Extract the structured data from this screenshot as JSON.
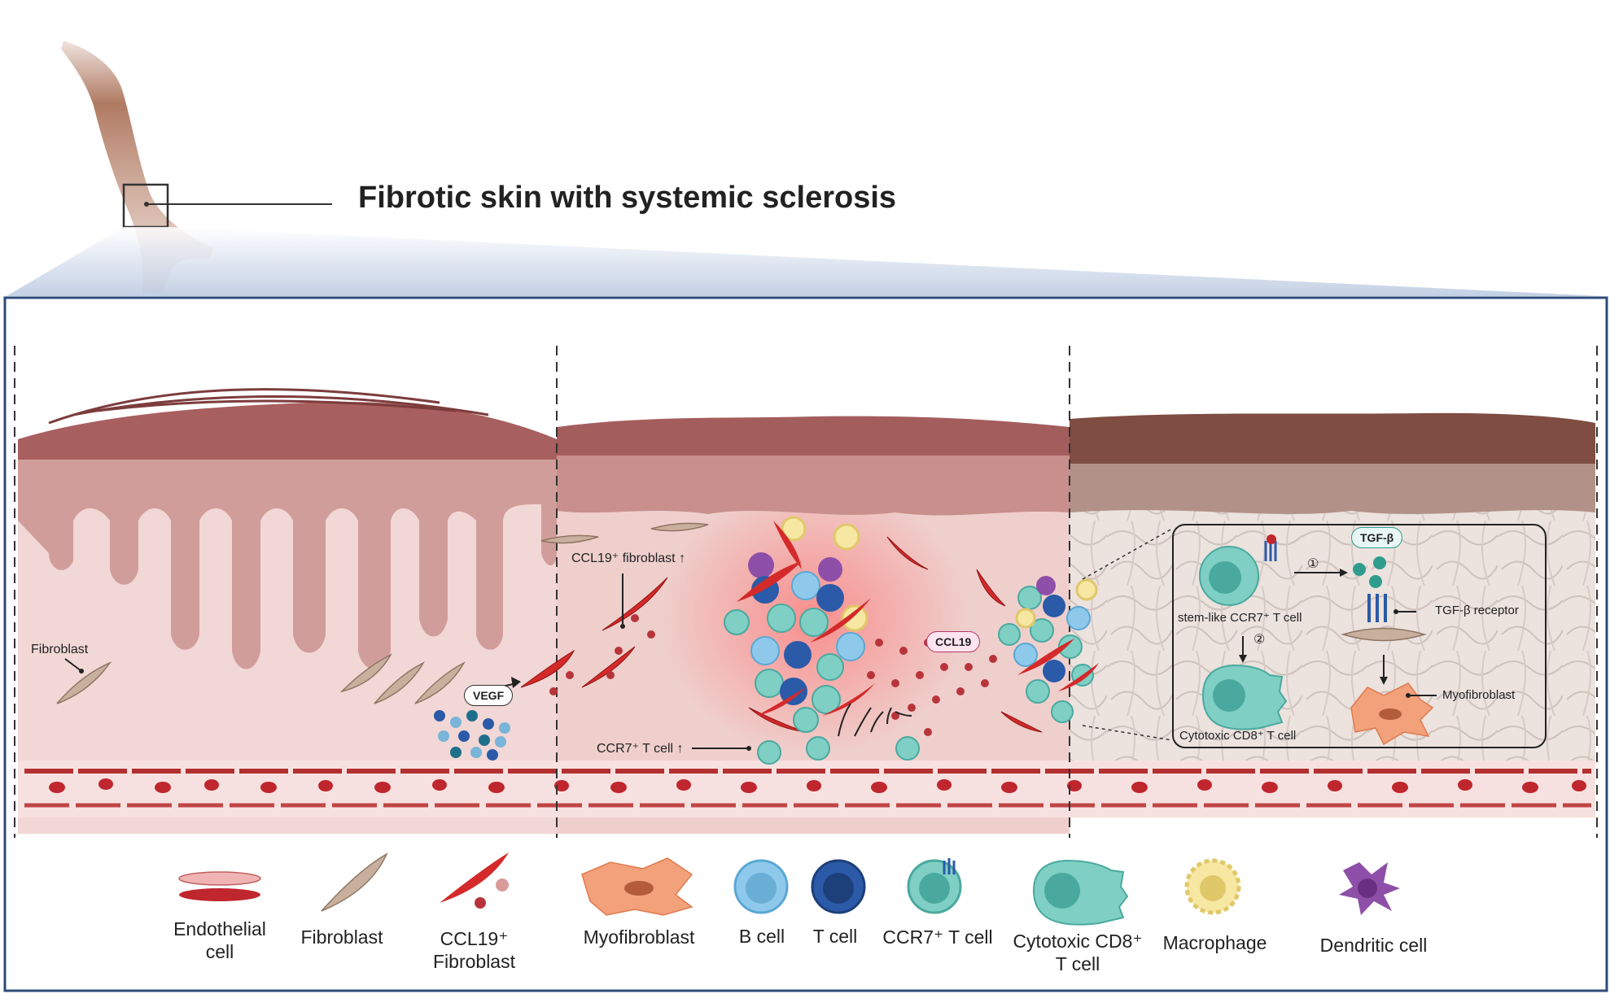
{
  "title": "Fibrotic skin with systemic sclerosis",
  "labels": {
    "fibroblast": "Fibroblast",
    "vegf": "VEGF",
    "ccl19_fibroblast_up": "CCL19⁺ fibroblast ↑",
    "ccl19": "CCL19",
    "ccr7_tcell_up": "CCR7⁺ T cell ↑",
    "tgf_beta": "TGF-β",
    "step1": "①",
    "step2": "②",
    "stemlike": "stem-like CCR7⁺ T cell",
    "tgf_receptor": "TGF-β receptor",
    "cytotoxic_inset": "Cytotoxic CD8⁺ T cell",
    "myofibroblast_inset": "Myofibroblast"
  },
  "legend": [
    {
      "key": "endothelial",
      "line1": "Endothelial",
      "line2": "cell"
    },
    {
      "key": "fibroblast",
      "line1": "Fibroblast",
      "line2": ""
    },
    {
      "key": "ccl19fib",
      "line1": "CCL19⁺",
      "line2": "Fibroblast"
    },
    {
      "key": "myofib",
      "line1": "Myofibroblast",
      "line2": ""
    },
    {
      "key": "bcell",
      "line1": "B cell",
      "line2": ""
    },
    {
      "key": "tcell",
      "line1": "T cell",
      "line2": ""
    },
    {
      "key": "ccr7",
      "line1": "CCR7⁺ T cell",
      "line2": ""
    },
    {
      "key": "cd8",
      "line1": "Cytotoxic CD8⁺",
      "line2": "T cell"
    },
    {
      "key": "macro",
      "line1": "Macrophage",
      "line2": ""
    },
    {
      "key": "dendritic",
      "line1": "Dendritic cell",
      "line2": ""
    }
  ],
  "colors": {
    "skin_top": "#b06a6a",
    "dermis": "#e9c9c6",
    "ccl19_fibroblast": "#d42a2a",
    "fibroblast": "#c9b09e",
    "bcell": "#8ec9ec",
    "tcell": "#2b5aa8",
    "ccr7": "#7fcfc5",
    "macrophage": "#f6e7a3",
    "dendritic": "#8e4fa8",
    "myofibroblast": "#f2a17a",
    "frame": "#2e4a78"
  }
}
